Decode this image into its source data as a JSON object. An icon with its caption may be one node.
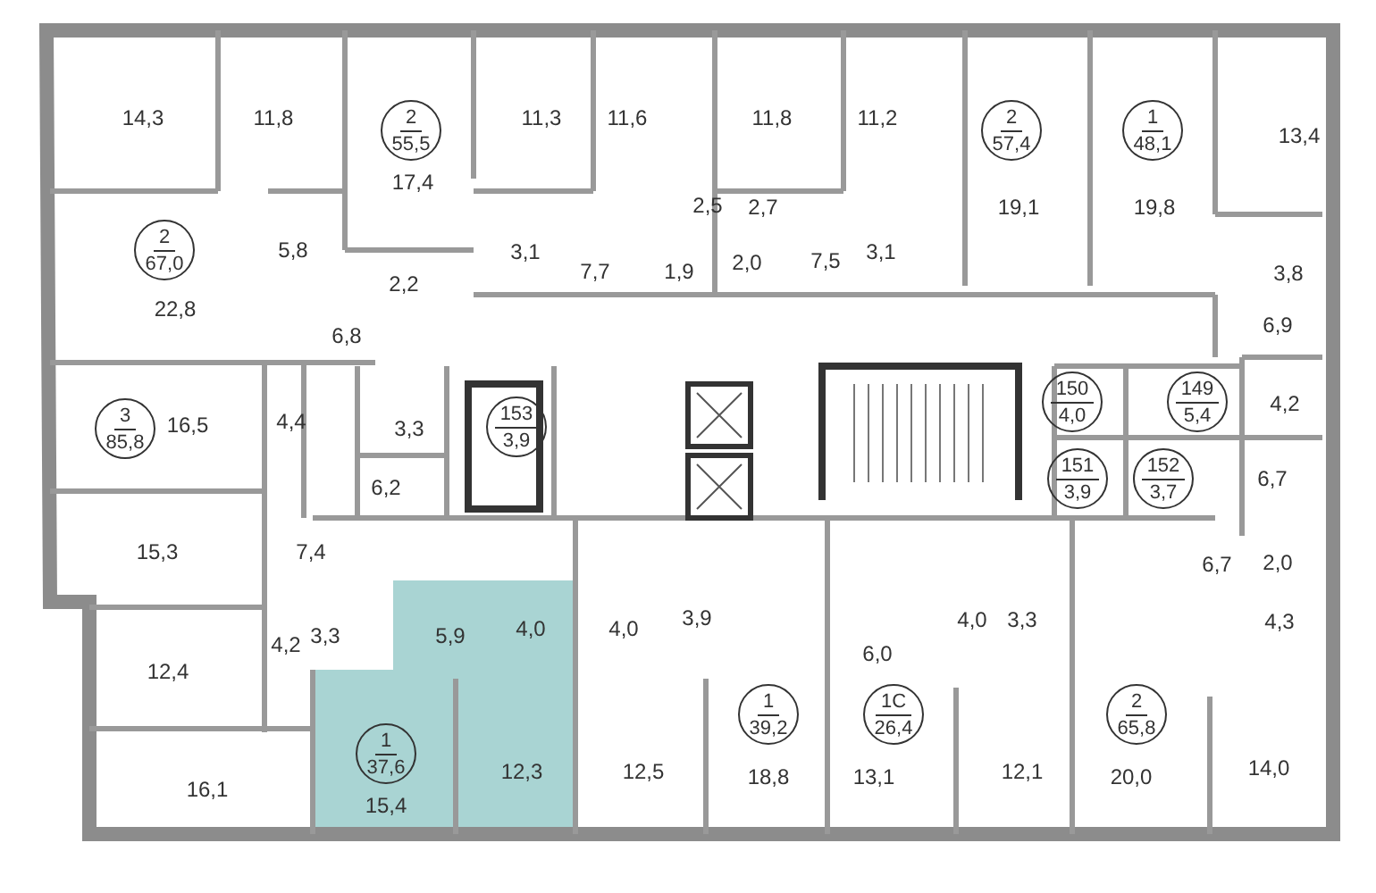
{
  "diagram": {
    "nodes": [
      {
        "text": [
          "2",
          "55,5"
        ]
      },
      {
        "text": [
          "2",
          "57,4"
        ]
      },
      {
        "text": [
          "1",
          "48,1"
        ]
      },
      {
        "text": [
          "2",
          "67,0"
        ]
      },
      {
        "text": [
          "153",
          "3,9"
        ]
      },
      {
        "text": [
          "150",
          "4,0"
        ]
      },
      {
        "text": [
          "149",
          "5,4"
        ]
      },
      {
        "text": [
          "3",
          "85,8"
        ]
      },
      {
        "text": [
          "151",
          "3,9"
        ]
      },
      {
        "text": [
          "152",
          "3,7"
        ]
      },
      {
        "text": [
          "5,9",
          "4,0",
          "12,3",
          "15,4"
        ]
      },
      {
        "text": [
          "1",
          "37,6"
        ],
        "in": 10
      },
      {
        "text": [
          "1",
          "39,2"
        ]
      },
      {
        "text": [
          "1С",
          "26,4"
        ]
      },
      {
        "text": [
          "2",
          "65,8"
        ]
      }
    ],
    "labels": [
      "14,3",
      "11,8",
      "11,3",
      "11,6",
      "11,8",
      "11,2",
      "13,4",
      "17,4",
      "2,5",
      "2,7",
      "19,1",
      "19,8",
      "5,8",
      "3,1",
      "7,7",
      "1,9",
      "2,0",
      "7,5",
      "3,1",
      "3,8",
      "2,2",
      "22,8",
      "6,8",
      "6,9",
      "16,5",
      "4,4",
      "3,3",
      "4,2",
      "6,2",
      "6,7",
      "15,3",
      "7,4",
      "6,7",
      "2,0",
      "4,2",
      "3,3",
      "4,0",
      "3,9",
      "4,0",
      "3,3",
      "4,3",
      "6,0",
      "12,4",
      "12,5",
      "18,8",
      "13,1",
      "12,1",
      "20,0",
      "14,0",
      "16,1"
    ]
  }
}
